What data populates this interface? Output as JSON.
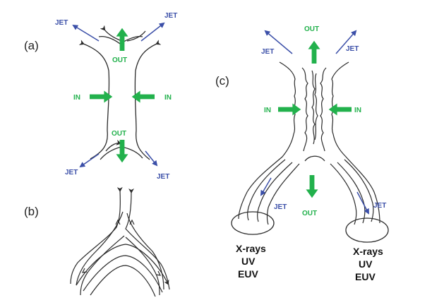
{
  "panel_labels": {
    "a": "(a)",
    "b": "(b)",
    "c": "(c)"
  },
  "labels": {
    "jet": "JET",
    "in": "IN",
    "out": "OUT",
    "emission": [
      "X-rays",
      "UV",
      "EUV"
    ]
  },
  "colors": {
    "line": "#2b2b2b",
    "jet_arrow": "#3b4fa8",
    "flow_arrow": "#22b14c"
  }
}
